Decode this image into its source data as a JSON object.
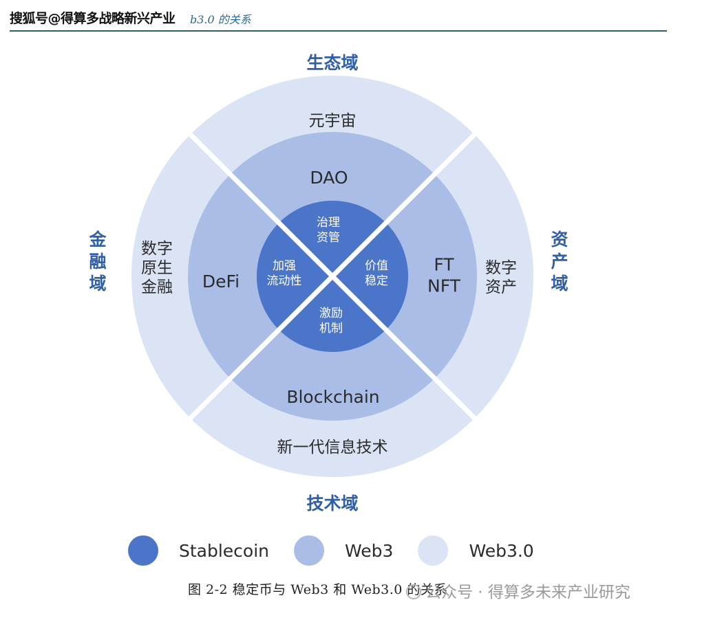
{
  "header": {
    "watermark": "搜狐号@得算多战略新兴产业",
    "title_fragment": "b3.0 的关系"
  },
  "diagram": {
    "domains": {
      "top": "生态域",
      "left": "金融域",
      "right": "资产域",
      "bottom": "技术域"
    },
    "outer_ring": {
      "top": "元宇宙",
      "left": [
        "数字",
        "原生",
        "金融"
      ],
      "right": [
        "数字",
        "资产"
      ],
      "bottom": "新一代信息技术"
    },
    "middle_ring": {
      "top": "DAO",
      "left": "DeFi",
      "right": [
        "FT",
        "NFT"
      ],
      "bottom": "Blockchain"
    },
    "core": {
      "top": [
        "治理",
        "资管"
      ],
      "left": [
        "加强",
        "流动性"
      ],
      "right": [
        "价值",
        "稳定"
      ],
      "bottom": [
        "激励",
        "机制"
      ]
    },
    "colors": {
      "core": "#4a75c8",
      "middle": "#a9bde6",
      "outer": "#dbe4f4",
      "domain_label": "#2f5fa8"
    }
  },
  "legend": [
    {
      "label": "Stablecoin",
      "color": "#4a75c8"
    },
    {
      "label": "Web3",
      "color": "#a9bde6"
    },
    {
      "label": "Web3.0",
      "color": "#dbe4f4"
    }
  ],
  "caption": "图 2-2  稳定币与 Web3 和 Web3.0 的关系",
  "bottom_watermark": "公众号 · 得算多未来产业研究"
}
